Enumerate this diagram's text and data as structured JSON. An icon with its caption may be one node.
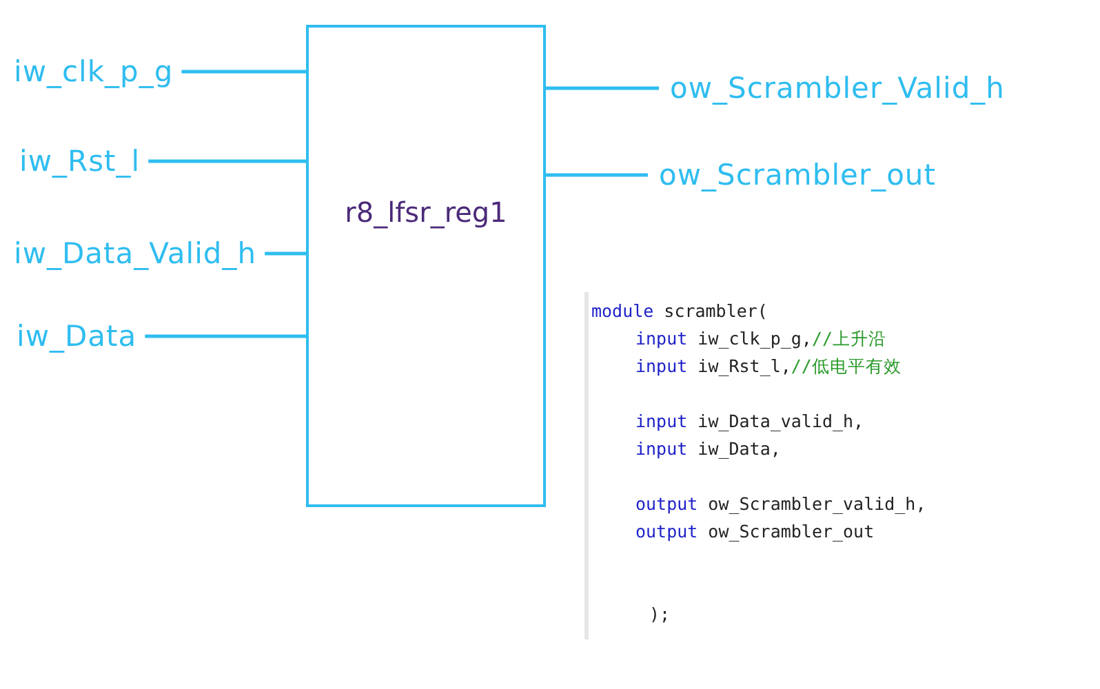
{
  "diagram": {
    "nodes": [
      {
        "text": [
          "r8_lfsr_reg1"
        ]
      },
      {
        "text": [
          "iw_clk_p_g"
        ]
      },
      {
        "text": [
          "iw_Rst_l"
        ]
      },
      {
        "text": [
          "iw_Data_Valid_h"
        ]
      },
      {
        "text": [
          "iw_Data"
        ]
      },
      {
        "text": [
          "ow_Scrambler_Valid_h"
        ]
      },
      {
        "text": [
          "ow_Scrambler_out"
        ]
      }
    ],
    "edges": [
      {
        "from": 1,
        "to": 0,
        "arrow": "none"
      },
      {
        "from": 2,
        "to": 0,
        "arrow": "none"
      },
      {
        "from": 3,
        "to": 0,
        "arrow": "none"
      },
      {
        "from": 4,
        "to": 0,
        "arrow": "none"
      },
      {
        "from": 0,
        "to": 5,
        "arrow": "none"
      },
      {
        "from": 0,
        "to": 6,
        "arrow": "none"
      }
    ],
    "labels": [
      "module scrambler(",
      "input iw_clk_p_g,//上升沿",
      "input iw_Rst_l,//低电平有效",
      "input iw_Data_valid_h,",
      "input iw_Data,",
      "output ow_Scrambler_valid_h,",
      "output ow_Scrambler_out",
      ");"
    ]
  }
}
